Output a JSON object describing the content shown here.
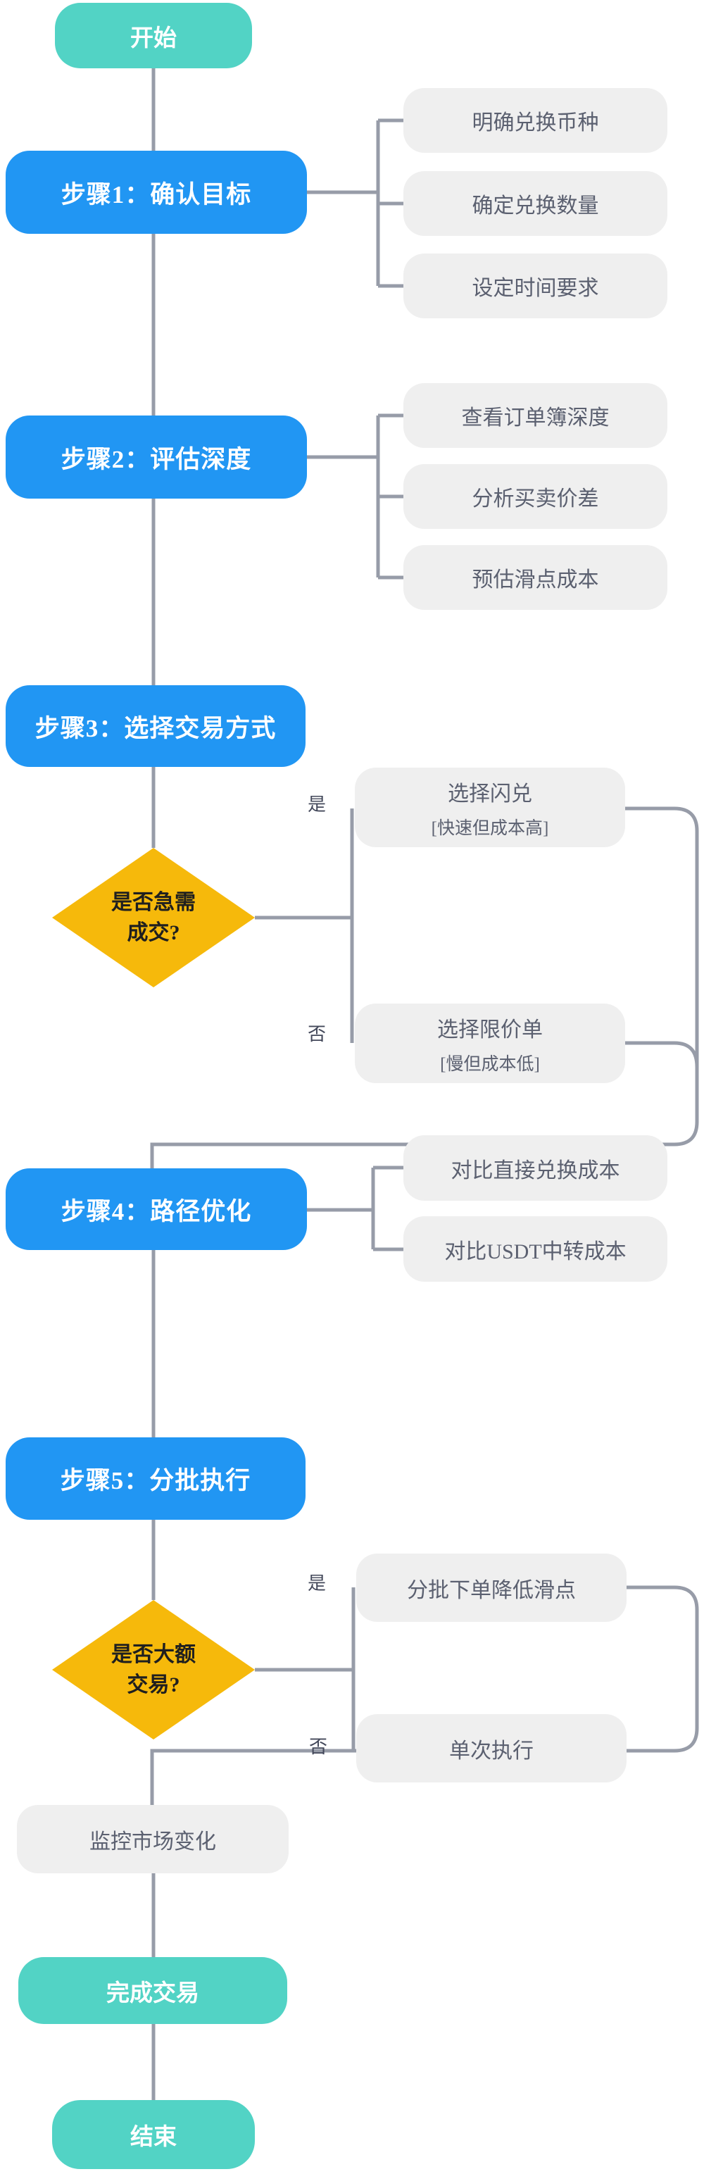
{
  "flowchart": {
    "start": {
      "label": "开始"
    },
    "step1": {
      "label": "步骤1：确认目标",
      "tasks": [
        "明确兑换币种",
        "确定兑换数量",
        "设定时间要求"
      ]
    },
    "step2": {
      "label": "步骤2：评估深度",
      "tasks": [
        "查看订单簿深度",
        "分析买卖价差",
        "预估滑点成本"
      ]
    },
    "step3": {
      "label": "步骤3：选择交易方式"
    },
    "decision1": {
      "question_line1": "是否急需",
      "question_line2": "成交?",
      "yes_label": "是",
      "no_label": "否",
      "yes_branch": {
        "title": "选择闪兑",
        "subtitle": "[快速但成本高]"
      },
      "no_branch": {
        "title": "选择限价单",
        "subtitle": "[慢但成本低]"
      }
    },
    "step4": {
      "label": "步骤4：路径优化",
      "tasks": [
        "对比直接兑换成本",
        "对比USDT中转成本"
      ]
    },
    "step5": {
      "label": "步骤5：分批执行"
    },
    "decision2": {
      "question_line1": "是否大额",
      "question_line2": "交易?",
      "yes_label": "是",
      "no_label": "否",
      "yes_branch": {
        "title": "分批下单降低滑点"
      },
      "no_branch": {
        "title": "单次执行"
      }
    },
    "monitor": {
      "label": "监控市场变化"
    },
    "complete": {
      "label": "完成交易"
    },
    "end": {
      "label": "结束"
    }
  },
  "colors": {
    "process_blue": "#2196F3",
    "terminal_teal": "#52D3C5",
    "decision_yellow": "#F6B90B",
    "task_gray": "#EFEFEF",
    "task_text": "#5B6070",
    "connector_gray": "#979CA8"
  }
}
